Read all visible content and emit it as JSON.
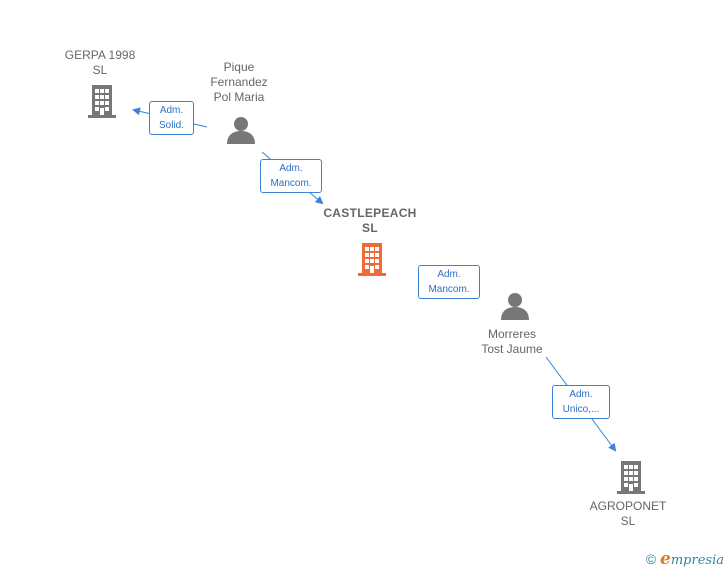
{
  "nodes": {
    "gerpa": {
      "line1": "GERPA 1998",
      "line2": "SL"
    },
    "pique": {
      "line1": "Pique",
      "line2": "Fernandez",
      "line3": "Pol Maria"
    },
    "castlepeach": {
      "line1": "CASTLEPEACH",
      "line2": "SL"
    },
    "morreres": {
      "line1": "Morreres",
      "line2": "Tost Jaume"
    },
    "agroponet": {
      "line1": "AGROPONET",
      "line2": "SL"
    }
  },
  "edges": {
    "pique_gerpa": {
      "line1": "Adm.",
      "line2": "Solid."
    },
    "pique_castlepeach": {
      "line1": "Adm.",
      "line2": "Mancom."
    },
    "morreres_castlepeach": {
      "line1": "Adm.",
      "line2": "Mancom."
    },
    "morreres_agroponet": {
      "line1": "Adm.",
      "line2": "Unico,..."
    }
  },
  "footer": {
    "copyright": "©",
    "brand_initial": "e",
    "brand_rest": "mpresia"
  },
  "colors": {
    "company": "#777777",
    "center_company": "#f26a35",
    "person": "#777777",
    "edge": "#3b82d6"
  }
}
